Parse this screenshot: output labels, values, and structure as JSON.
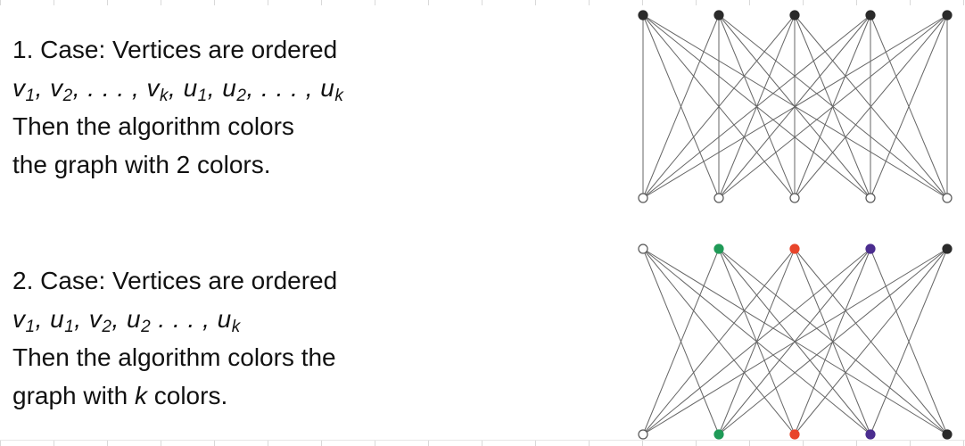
{
  "case1": {
    "line1": "1. Case: Vertices are ordered",
    "order": [
      {
        "base": "v",
        "sub": "1",
        "sep": ", "
      },
      {
        "base": "v",
        "sub": "2",
        "sep": ", . . . , "
      },
      {
        "base": "v",
        "sub": "k",
        "sep": ", "
      },
      {
        "base": "u",
        "sub": "1",
        "sep": ", "
      },
      {
        "base": "u",
        "sub": "2",
        "sep": ", . . . , "
      },
      {
        "base": "u",
        "sub": "k",
        "sep": ""
      }
    ],
    "line3": "Then the algorithm colors",
    "line4": "the graph with 2 colors."
  },
  "case2": {
    "line1": "2. Case: Vertices are ordered",
    "order": [
      {
        "base": "v",
        "sub": "1",
        "sep": ", "
      },
      {
        "base": "u",
        "sub": "1",
        "sep": ", "
      },
      {
        "base": "v",
        "sub": "2",
        "sep": ", "
      },
      {
        "base": "u",
        "sub": "2",
        "sep": " . . . , "
      },
      {
        "base": "u",
        "sub": "k",
        "sep": ""
      }
    ],
    "line3": "Then the algorithm colors the",
    "line4_pre": "graph with ",
    "line4_var": "k",
    "line4_post": " colors."
  },
  "graph1": {
    "top_colors": [
      "#2b2b2b",
      "#2b2b2b",
      "#2b2b2b",
      "#2b2b2b",
      "#2b2b2b"
    ],
    "bottom_colors": [
      "#ffffff",
      "#ffffff",
      "#ffffff",
      "#ffffff",
      "#ffffff"
    ],
    "edges": "complete-bipartite"
  },
  "graph2": {
    "top_colors": [
      "#ffffff",
      "#1f9a57",
      "#e8452b",
      "#4b2d8f",
      "#2b2b2b"
    ],
    "bottom_colors": [
      "#ffffff",
      "#1f9a57",
      "#e8452b",
      "#4b2d8f",
      "#2b2b2b"
    ],
    "edges": "complete-bipartite-minus-perfect-matching"
  }
}
